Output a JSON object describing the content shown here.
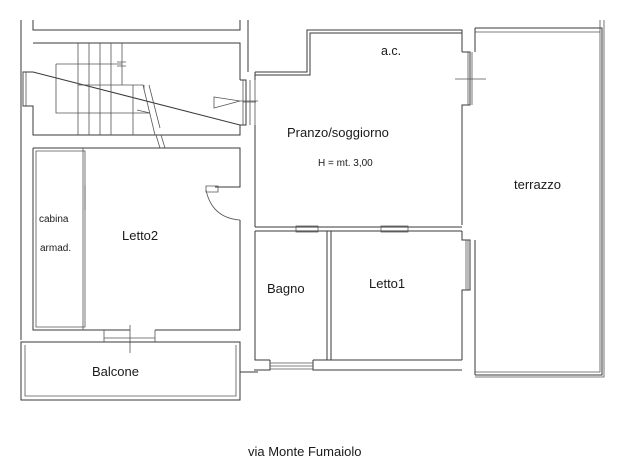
{
  "plan": {
    "street": "via Monte Fumaiolo",
    "rooms": [
      {
        "id": "ac",
        "label": "a.c."
      },
      {
        "id": "pranzo",
        "label": "Pranzo/soggiorno"
      },
      {
        "id": "height",
        "label": "H = mt. 3,00"
      },
      {
        "id": "terrazzo",
        "label": "terrazzo"
      },
      {
        "id": "cabina1",
        "label": "cabina"
      },
      {
        "id": "cabina2",
        "label": "armad."
      },
      {
        "id": "letto2",
        "label": "Letto2"
      },
      {
        "id": "bagno",
        "label": "Bagno"
      },
      {
        "id": "letto1",
        "label": "Letto1"
      },
      {
        "id": "balcone",
        "label": "Balcone"
      }
    ]
  },
  "colors": {
    "line": "#3a3a3a",
    "background": "#ffffff",
    "text": "#1a1a1a"
  }
}
